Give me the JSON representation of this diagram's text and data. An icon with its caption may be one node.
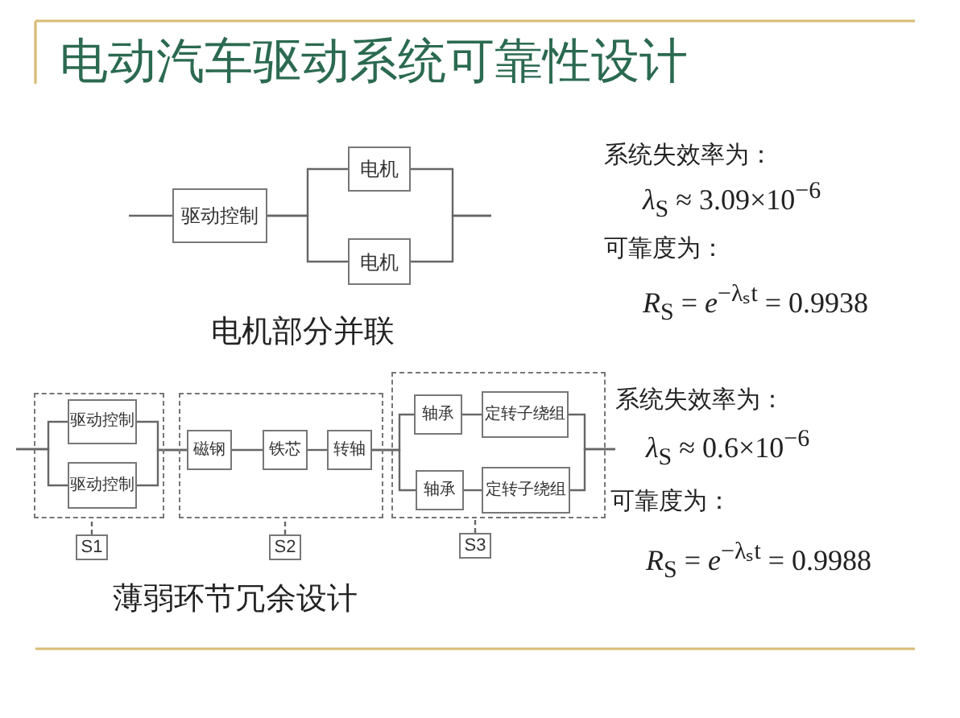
{
  "diagram": {
    "title": "电动汽车驱动系统可靠性设计",
    "nodes": [
      {
        "text": [
          "驱动控制"
        ]
      },
      {
        "text": [
          "电机"
        ]
      },
      {
        "text": [
          "电机"
        ]
      },
      {
        "text": [],
        "shape": "box"
      },
      {
        "text": [
          "驱动控制"
        ],
        "in": 3
      },
      {
        "text": [
          "驱动控制"
        ],
        "in": 3
      },
      {
        "text": [],
        "shape": "box"
      },
      {
        "text": [
          "磁钢"
        ],
        "in": 6
      },
      {
        "text": [
          "铁芯"
        ],
        "in": 6
      },
      {
        "text": [
          "转轴"
        ],
        "in": 6
      },
      {
        "text": [],
        "shape": "box"
      },
      {
        "text": [
          "轴承"
        ],
        "in": 10
      },
      {
        "text": [
          "定转子绕组"
        ],
        "in": 10
      },
      {
        "text": [
          "轴承"
        ],
        "in": 10
      },
      {
        "text": [
          "定转子绕组"
        ],
        "in": 10
      },
      {
        "text": [
          "S1"
        ]
      },
      {
        "text": [
          "S2"
        ]
      },
      {
        "text": [
          "S3"
        ]
      }
    ],
    "edges": [
      {
        "from": null,
        "to": 0,
        "arrow": "none"
      },
      {
        "from": 0,
        "to": 1,
        "arrow": "none"
      },
      {
        "from": 0,
        "to": 2,
        "arrow": "none"
      },
      {
        "from": 1,
        "to": null,
        "arrow": "none"
      },
      {
        "from": 2,
        "to": null,
        "arrow": "none"
      },
      {
        "from": null,
        "to": 4,
        "arrow": "none"
      },
      {
        "from": null,
        "to": 5,
        "arrow": "none"
      },
      {
        "from": 4,
        "to": 7,
        "arrow": "none"
      },
      {
        "from": 5,
        "to": 7,
        "arrow": "none"
      },
      {
        "from": 7,
        "to": 8,
        "arrow": "none"
      },
      {
        "from": 8,
        "to": 9,
        "arrow": "none"
      },
      {
        "from": 9,
        "to": 11,
        "arrow": "none"
      },
      {
        "from": 9,
        "to": 13,
        "arrow": "none"
      },
      {
        "from": 11,
        "to": 12,
        "arrow": "none"
      },
      {
        "from": 13,
        "to": 14,
        "arrow": "none"
      },
      {
        "from": 12,
        "to": null,
        "arrow": "none"
      },
      {
        "from": 14,
        "to": null,
        "arrow": "none"
      },
      {
        "from": 15,
        "to": 3,
        "arrow": "none",
        "style": "dashed"
      },
      {
        "from": 16,
        "to": 6,
        "arrow": "none",
        "style": "dashed"
      },
      {
        "from": 17,
        "to": 10,
        "arrow": "none",
        "style": "dashed"
      }
    ],
    "labels": [
      "系统失效率为：",
      "*λ*$_{S}$ ≈ 3.09×10$^{−6}$",
      "可靠度为：",
      "*R*$_{S}$ = *e*$^{−λₛt}$ = 0.9938",
      "电机部分并联",
      "系统失效率为：",
      "*λ*$_{S}$ ≈ 0.6×10$^{−6}$",
      "可靠度为：",
      "*R*$_{S}$ = *e*$^{−λₛt}$ = 0.9988",
      "薄弱环节冗余设计"
    ]
  }
}
